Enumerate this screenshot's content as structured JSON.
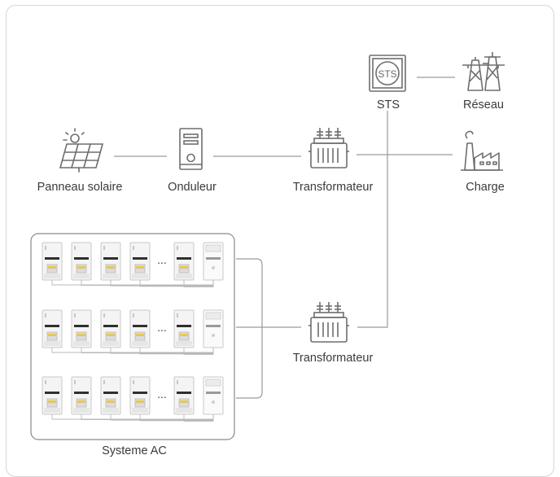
{
  "labels": {
    "solar": "Panneau solaire",
    "inverter": "Onduleur",
    "transformer_top": "Transformateur",
    "sts": "STS",
    "grid": "Réseau",
    "load": "Charge",
    "transformer_bottom": "Transformateur",
    "ac_system": "Systeme AC"
  },
  "ellipsis": "...",
  "ac_system": {
    "rows": 3,
    "cabinets_before_ellipsis": 4,
    "cabinets_after_ellipsis": 1,
    "control_units": 1
  },
  "colors": {
    "line": "#9a9a9a",
    "icon": "#6e6e6e",
    "text": "#3b3b3b",
    "accent": "#e9c84c"
  },
  "icons": [
    "solar-panel-icon",
    "inverter-icon",
    "transformer-icon",
    "sts-switch-icon",
    "power-grid-tower-icon",
    "factory-load-icon",
    "battery-cabinet-icon"
  ]
}
